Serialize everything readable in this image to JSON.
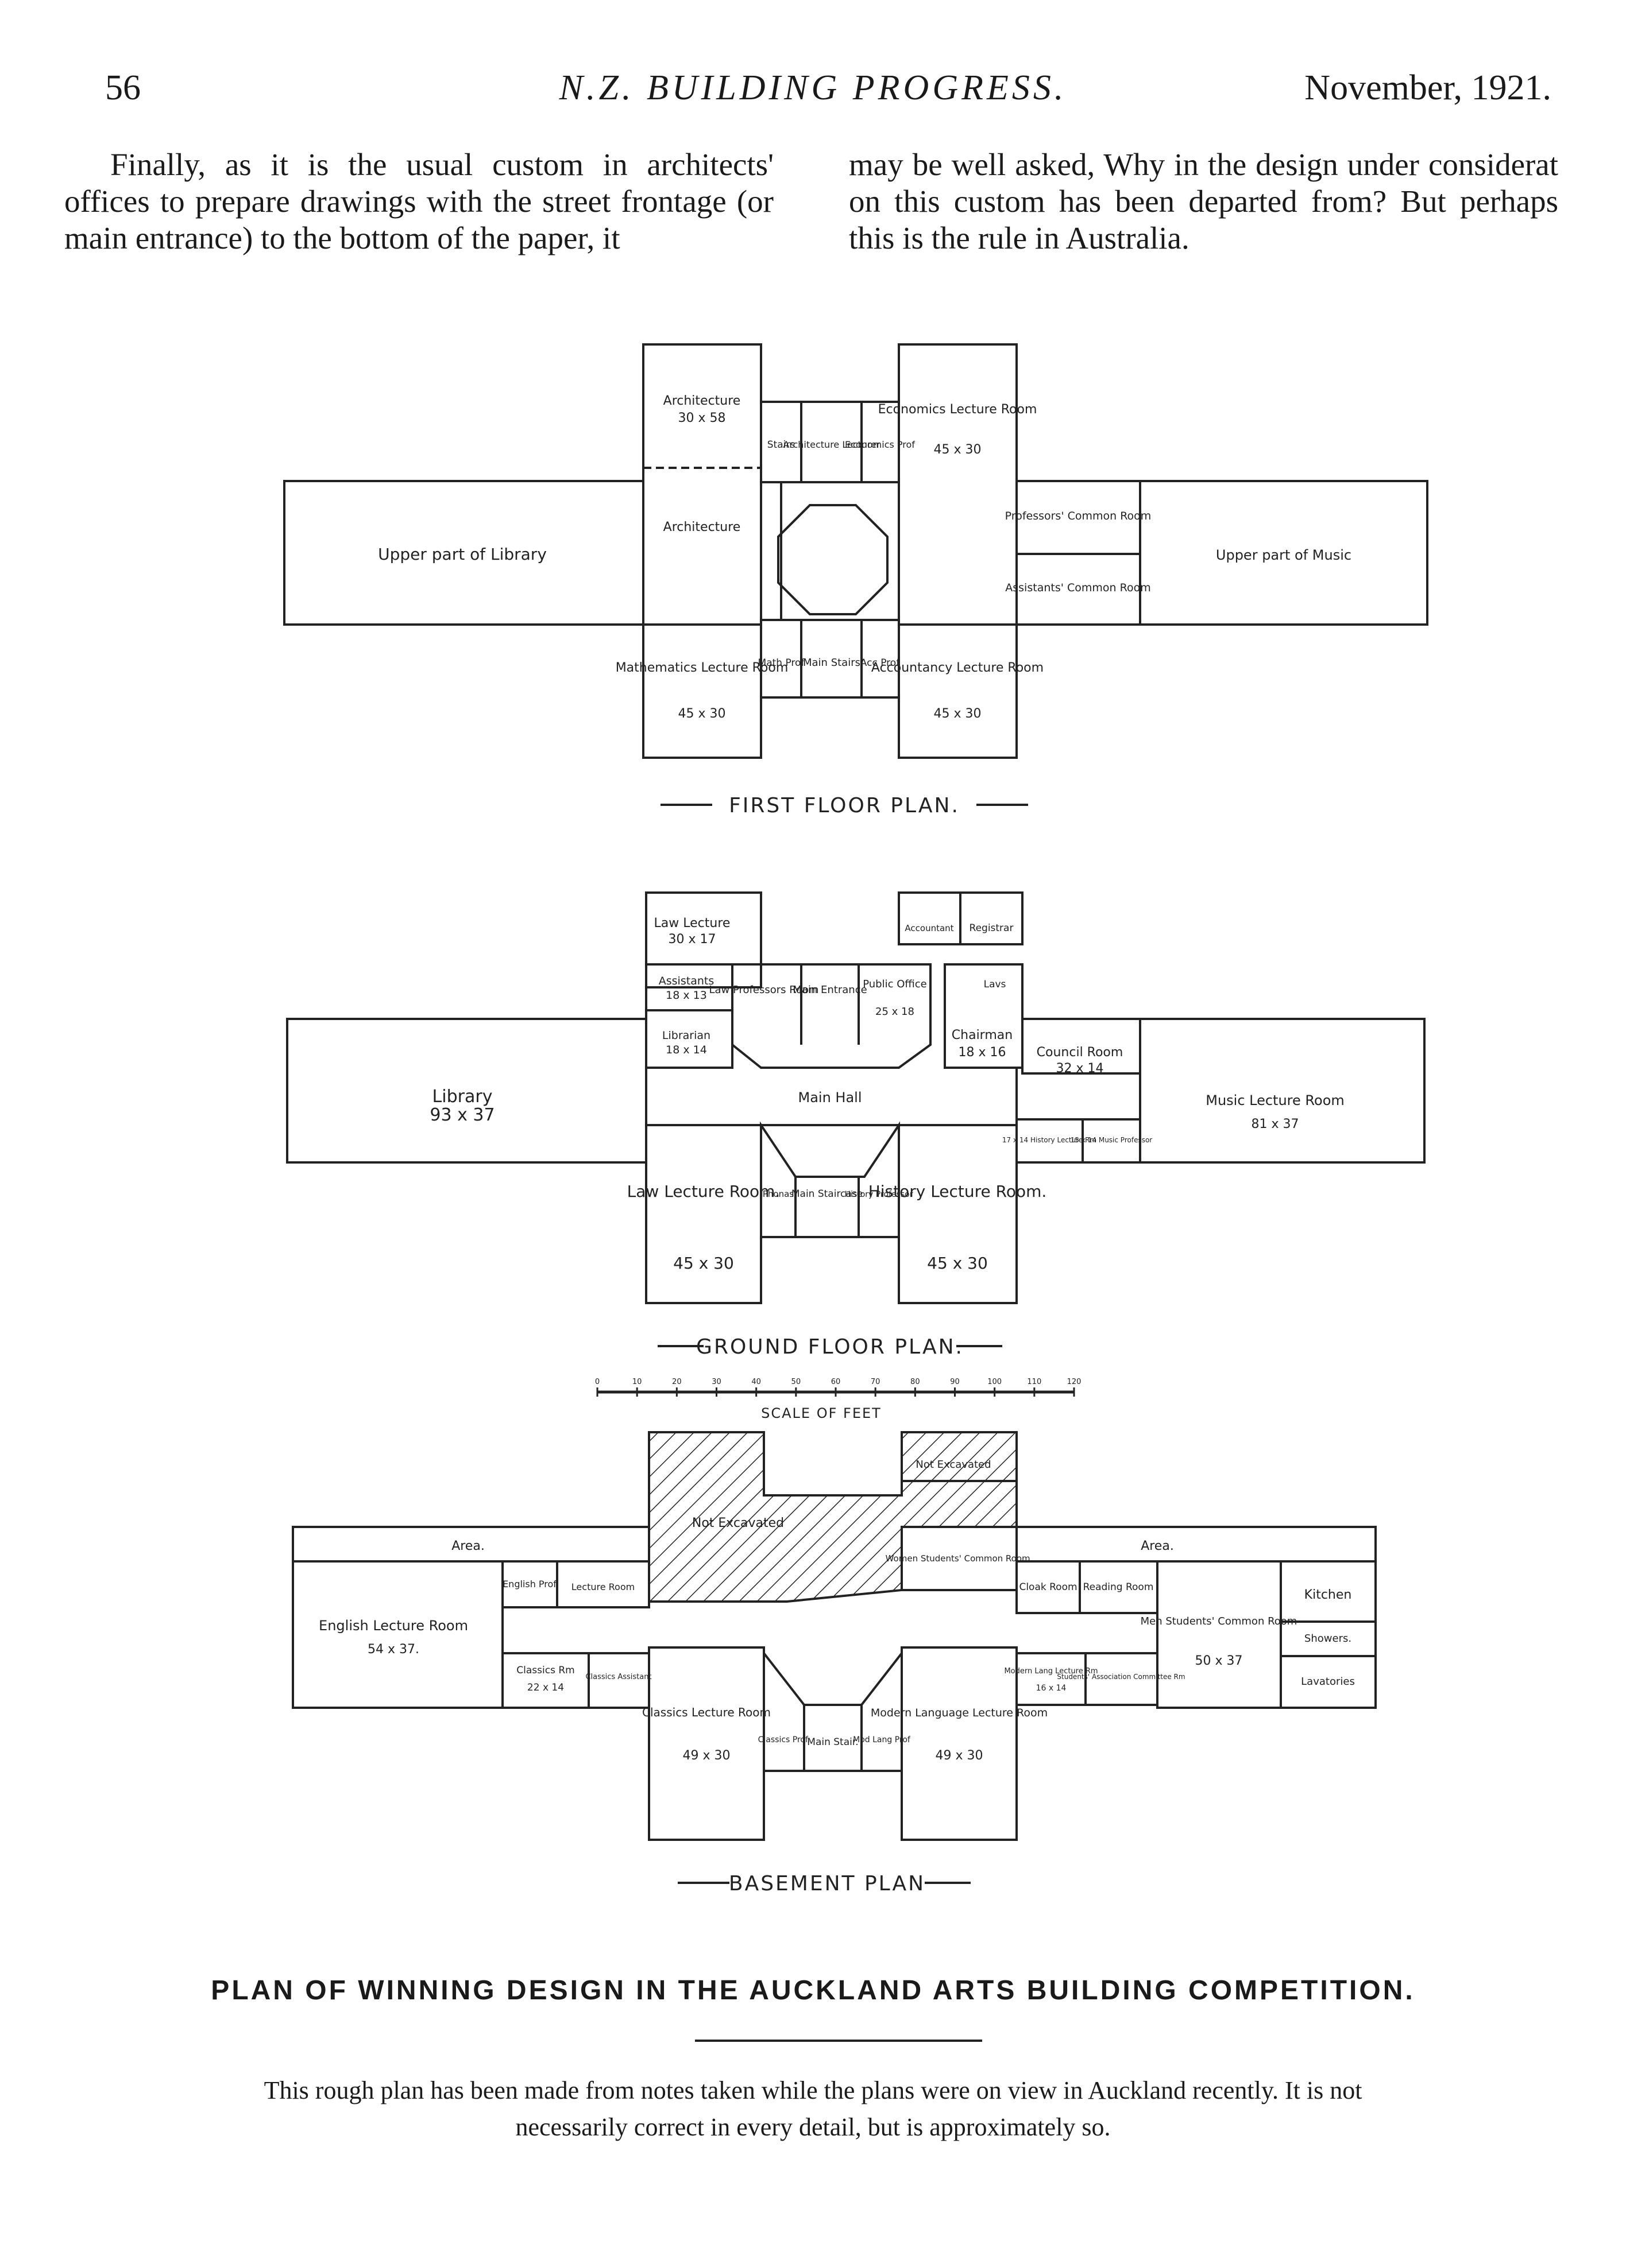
{
  "header": {
    "page_number": "56",
    "publication": "N.Z. BUILDING PROGRESS.",
    "date": "November, 1921."
  },
  "body_text": {
    "left_column": "Finally, as it is the usual custom in architects' offices to prepare drawings with the street frontage (or main entrance) to the bottom of the paper, it",
    "right_column": "may be well asked, Why in the design under considerat on this custom has been departed from? But perhaps this is the rule in Australia."
  },
  "first_floor": {
    "title": "FIRST FLOOR PLAN.",
    "architecture_top": "Architecture",
    "architecture_top_size": "30 x 58",
    "stairs": "Stairs",
    "architecture_lecturer": "Architecture Lecturer",
    "economics_prof": "Economics Prof",
    "economics_room": "Economics Lecture Room",
    "economics_size": "45 x 30",
    "architecture": "Architecture",
    "upper_library": "Upper part of Library",
    "professors_common": "Professors' Common Room",
    "assistants_common": "Assistants' Common Room",
    "upper_music": "Upper part of Music",
    "mathematics_room": "Mathematics Lecture Room",
    "mathematics_size": "45 x 30",
    "math_prof": "Math Prof",
    "main_stairs": "Main Stairs",
    "acc_prof": "Acc Prof",
    "accountancy_room": "Accountancy Lecture Room",
    "accountancy_size": "45 x 30"
  },
  "ground_floor": {
    "title": "GROUND FLOOR PLAN.",
    "law_lecture_top": "Law Lecture",
    "law_lecture_top_size": "30 x 17",
    "accountant": "Accountant",
    "registrar": "Registrar",
    "assistants": "Assistants",
    "assistants_size": "18 x 13",
    "law_professors_room": "Law Professors Room",
    "main_entrance": "Main Entrance",
    "public_office": "Public Office",
    "public_office_size": "25 x 18",
    "lavs": "Lavs",
    "librarian": "Librarian",
    "librarian_size": "18 x 14",
    "chairman": "Chairman",
    "chairman_size": "18 x 16",
    "council_room": "Council Room",
    "council_room_size": "32 x 14",
    "library": "Library",
    "library_size": "93 x 37",
    "main_hall": "Main Hall",
    "music_lecture_room": "Music Lecture Room",
    "music_lecture_size": "81 x 37",
    "history_lecture_rm": "17 x 14 History Lecture Rm",
    "music_professor": "15 x 14 Music Professor",
    "law_lecture_room": "Law Lecture Room.",
    "law_lecture_size": "45 x 30",
    "phonas": "Phonas",
    "main_staircase": "Main Staircase",
    "history_professor": "History Professor",
    "history_lecture_room": "History Lecture Room.",
    "history_lecture_size": "45 x 30"
  },
  "scale": {
    "label": "SCALE OF FEET",
    "ticks": [
      "0",
      "10",
      "20",
      "30",
      "40",
      "50",
      "60",
      "70",
      "80",
      "90",
      "100",
      "110",
      "120"
    ]
  },
  "basement": {
    "title": "BASEMENT PLAN",
    "not_excavated": "Not Excavated",
    "not_excavated_2": "Not Excavated",
    "area_left": "Area.",
    "area_right": "Area.",
    "womens_common": "Women Students' Common Room.",
    "english_room": "English Lecture Room",
    "english_size": "54 x 37.",
    "english_prof": "English Prof",
    "lecture_room": "Lecture Room",
    "cloak_room": "Cloak Room",
    "reading_room": "Reading Room",
    "mens_common": "Men Students' Common Room",
    "mens_size": "50 x 37",
    "kitchen": "Kitchen",
    "showers": "Showers.",
    "lavatories": "Lavatories",
    "classics_rm": "Classics Rm",
    "classics_rm_size": "22 x 14",
    "classics_assistant": "Classics Assistant",
    "classics_room": "Classics Lecture Room",
    "classics_size": "49 x 30",
    "classics_prof": "Classics Prof.",
    "main_stair": "Main Stair.",
    "mod_lang_prof": "Mod Lang Prof",
    "modern_lang_room": "Modern Language Lecture Room",
    "modern_lang_size": "49 x 30",
    "modern_lang_lecture_rm": "Modern Lang Lecture Rm",
    "modern_lang_lecture_rm_size": "16 x 14",
    "students_association": "Students' Association Committee Rm"
  },
  "caption": {
    "title": "PLAN OF WINNING DESIGN IN THE AUCKLAND ARTS BUILDING COMPETITION.",
    "note": "This rough plan has been made from notes taken while the plans were on view in Auckland recently. It is not necessarily correct in every detail, but is approximately so."
  }
}
